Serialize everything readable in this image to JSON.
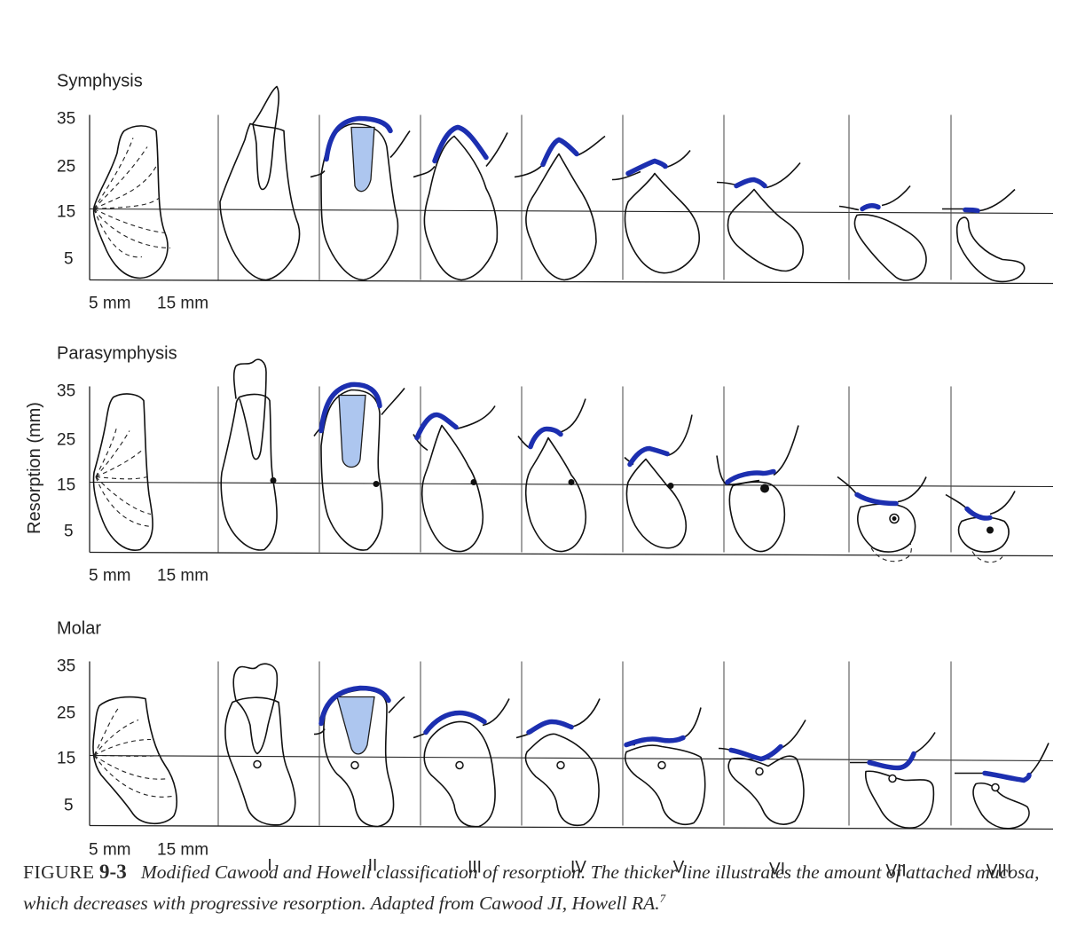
{
  "rows": [
    {
      "title": "Symphysis",
      "xtick_left": "5 mm",
      "xtick_right": "15 mm"
    },
    {
      "title": "Parasymphysis",
      "xtick_left": "5 mm",
      "xtick_right": "15 mm"
    },
    {
      "title": "Molar",
      "xtick_left": "5 mm",
      "xtick_right": "15 mm"
    }
  ],
  "y_ticks": [
    "35",
    "25",
    "15",
    "5"
  ],
  "y_axis_label": "Resorption (mm)",
  "stages": [
    "I",
    "II",
    "III",
    "IV",
    "V",
    "VI",
    "VII",
    "VIII"
  ],
  "colors": {
    "mucosa": "#1c2fb0",
    "implant": "#a9c3ef",
    "outline": "#111111"
  },
  "caption": {
    "label": "FIGURE",
    "number": "9-3",
    "text": "Modified Cawood and Howell classification of resorption. The thicker line illustrates the amount of attached mucosa, which decreases with progressive resorption. Adapted from Cawood JI, Howell RA.",
    "ref": "7"
  }
}
